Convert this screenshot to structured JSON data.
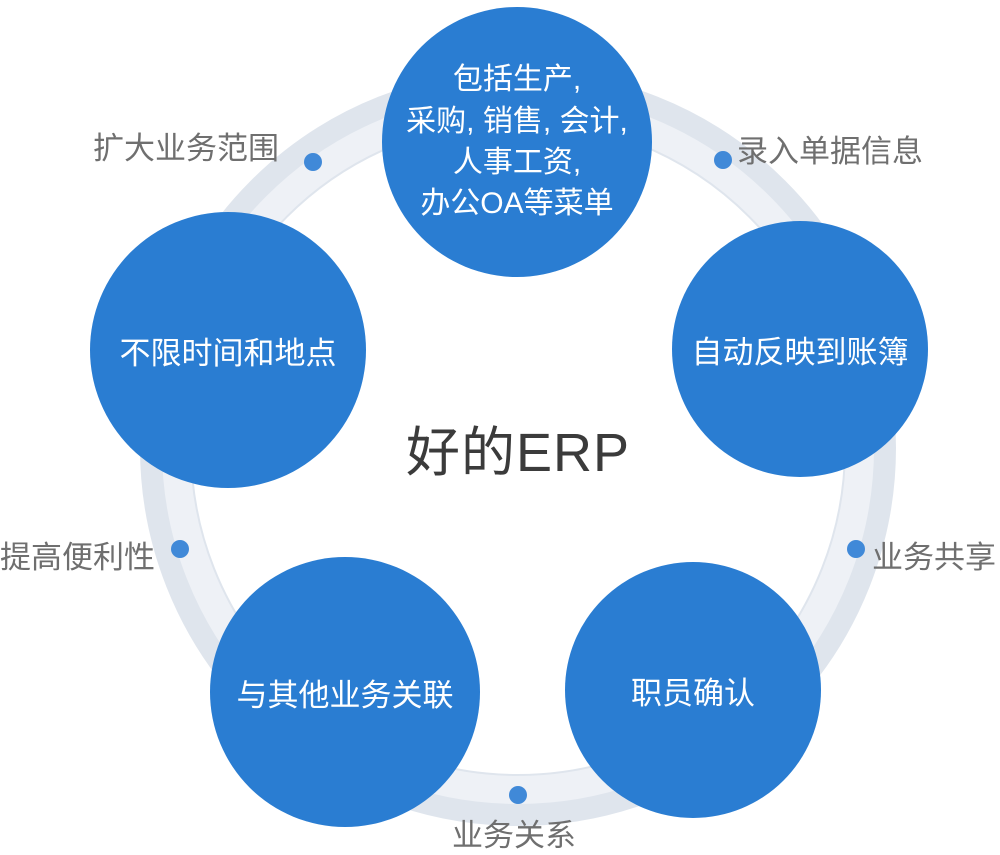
{
  "title": "好的ERP",
  "colors": {
    "circle_blue": "#2a7dd2",
    "ring_gray": "#dfe5ed",
    "ring_highlight": "#eef1f6",
    "dot_blue": "#4089d8",
    "label_gray": "#6f6f6f",
    "title_dark": "#3b3b3b"
  },
  "circles": [
    {
      "id": "menus",
      "lines": [
        "包括生产,",
        "采购, 销售, 会计,",
        "人事工资,",
        "办公OA等菜单"
      ]
    },
    {
      "id": "anytime",
      "label": "不限时间和地点"
    },
    {
      "id": "ledger",
      "label": "自动反映到账簿"
    },
    {
      "id": "link-other",
      "label": "与其他业务关联"
    },
    {
      "id": "staff-confirm",
      "label": "职员确认"
    }
  ],
  "outer_labels": [
    {
      "id": "expand-scope",
      "text": "扩大业务范围"
    },
    {
      "id": "enter-documents",
      "text": "录入单据信息"
    },
    {
      "id": "business-sharing",
      "text": "业务共享"
    },
    {
      "id": "convenience",
      "text": "提高便利性"
    },
    {
      "id": "business-relations",
      "text": "业务关系"
    }
  ]
}
